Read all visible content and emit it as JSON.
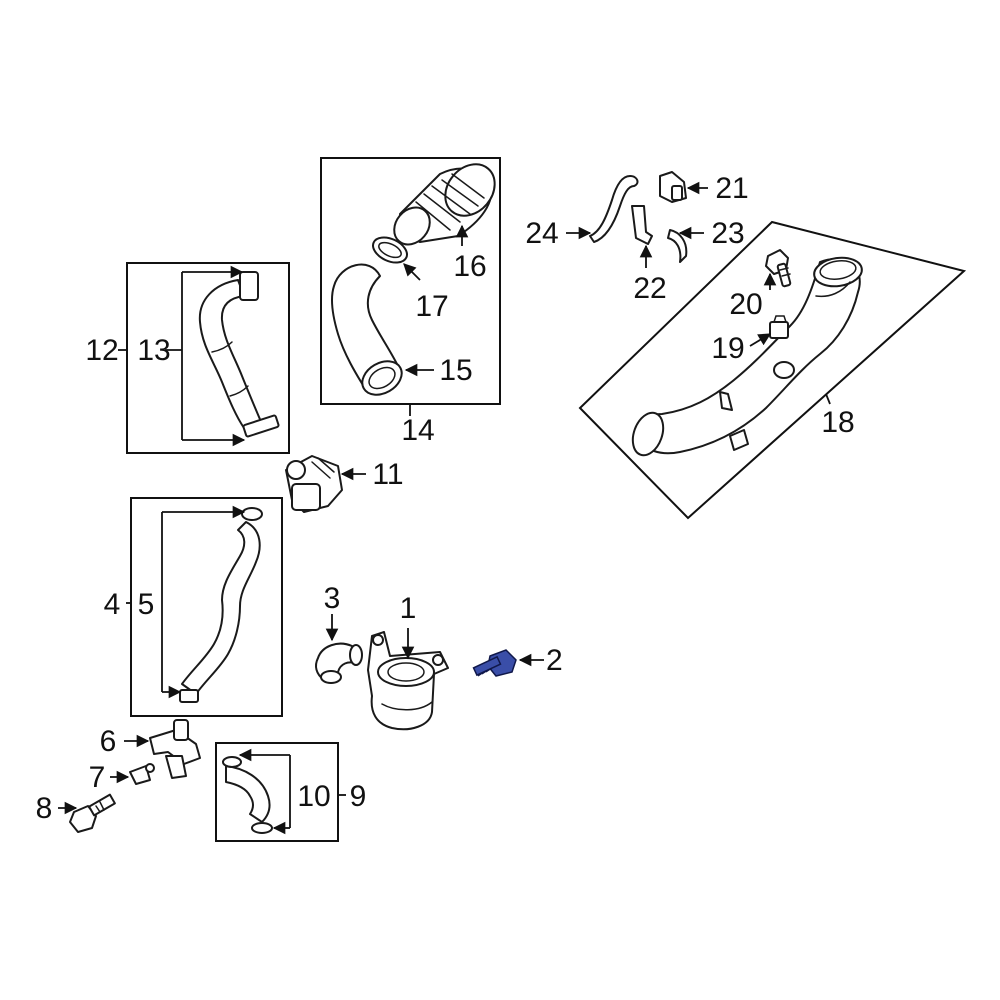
{
  "diagram": {
    "highlight_color": "#3a4ea8",
    "line_color": "#111111",
    "callouts": {
      "c1": "1",
      "c2": "2",
      "c3": "3",
      "c4": "4",
      "c5": "5",
      "c6": "6",
      "c7": "7",
      "c8": "8",
      "c9": "9",
      "c10": "10",
      "c11": "11",
      "c12": "12",
      "c13": "13",
      "c14": "14",
      "c15": "15",
      "c16": "16",
      "c17": "17",
      "c18": "18",
      "c19": "19",
      "c20": "20",
      "c21": "21",
      "c22": "22",
      "c23": "23",
      "c24": "24"
    },
    "highlighted_part": "2"
  }
}
